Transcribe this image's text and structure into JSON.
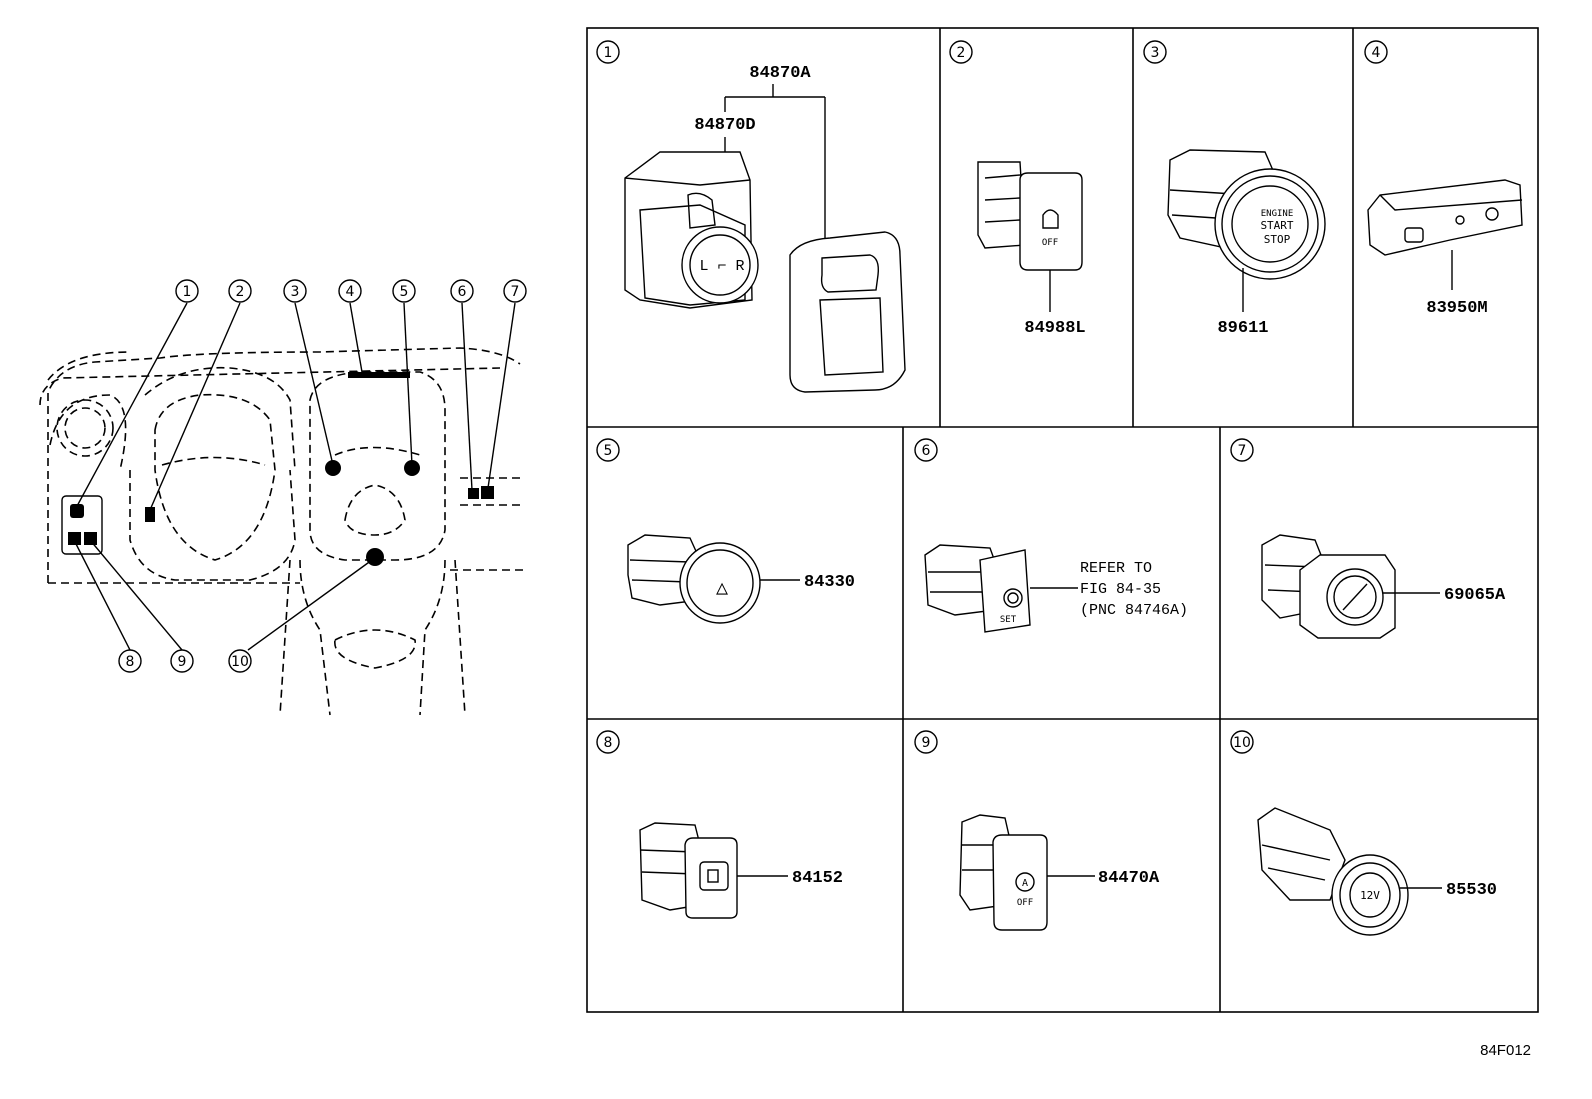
{
  "overview": {
    "callouts": [
      "1",
      "2",
      "3",
      "4",
      "5",
      "6",
      "7",
      "8",
      "9",
      "10"
    ]
  },
  "panels": [
    {
      "num": "1",
      "parts": [
        "84870A",
        "84870D"
      ]
    },
    {
      "num": "2",
      "parts": [
        "84988L"
      ]
    },
    {
      "num": "3",
      "parts": [
        "89611"
      ]
    },
    {
      "num": "4",
      "parts": [
        "83950M"
      ]
    },
    {
      "num": "5",
      "parts": [
        "84330"
      ]
    },
    {
      "num": "6",
      "parts": [],
      "note": [
        "REFER TO",
        "FIG 84-35",
        "(PNC 84746A)"
      ]
    },
    {
      "num": "7",
      "parts": [
        "69065A"
      ]
    },
    {
      "num": "8",
      "parts": [
        "84152"
      ]
    },
    {
      "num": "9",
      "parts": [
        "84470A"
      ]
    },
    {
      "num": "10",
      "parts": [
        "85530"
      ]
    }
  ],
  "switch_text": {
    "trac_off": "OFF",
    "start_stop": [
      "ENGINE",
      "START",
      "STOP"
    ],
    "hazard": "△",
    "set": "SET",
    "a_off": "A",
    "a_off_sub": "OFF",
    "socket": "12V"
  },
  "figure_id": "84F012"
}
